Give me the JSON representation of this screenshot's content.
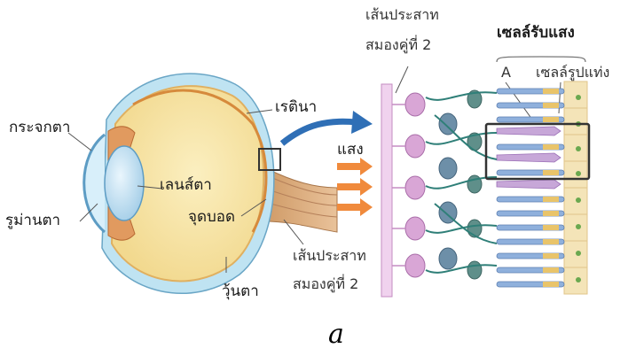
{
  "labels": {
    "cornea": "กระจกตา",
    "pupil": "รูม่านตา",
    "lens": "เลนส์ตา",
    "retina": "เรตินา",
    "light": "แสง",
    "blind_spot": "จุดบอด",
    "vitreous": "วุ้นตา",
    "optic_nerve_line1": "เส้นประสาท",
    "optic_nerve_line2": "สมองคู่ที่ 2",
    "retina_nerve_line1": "เส้นประสาท",
    "retina_nerve_line2": "สมองคู่ที่ 2",
    "photoreceptors": "เซลล์รับแสง",
    "cone_marker": "A",
    "rod_cell": "เซลล์รูปแท่ง"
  },
  "caption": "a",
  "colors": {
    "sclera": "#bfe3f2",
    "eye_interior": "#f7e6a8",
    "iris_ciliary": "#e19a5f",
    "lens": "#c9e7f7",
    "optic_nerve": "#d9a878",
    "arrow_blue": "#2f6fb6",
    "arrow_orange": "#f08a3c",
    "ganglion": "#d9a6d6",
    "bipolar": "#5f8f8a",
    "rods": "#8fb0dc",
    "cones": "#c7a7d8",
    "epithelium": "#f4e4b8",
    "highlight_box": "#333333"
  }
}
